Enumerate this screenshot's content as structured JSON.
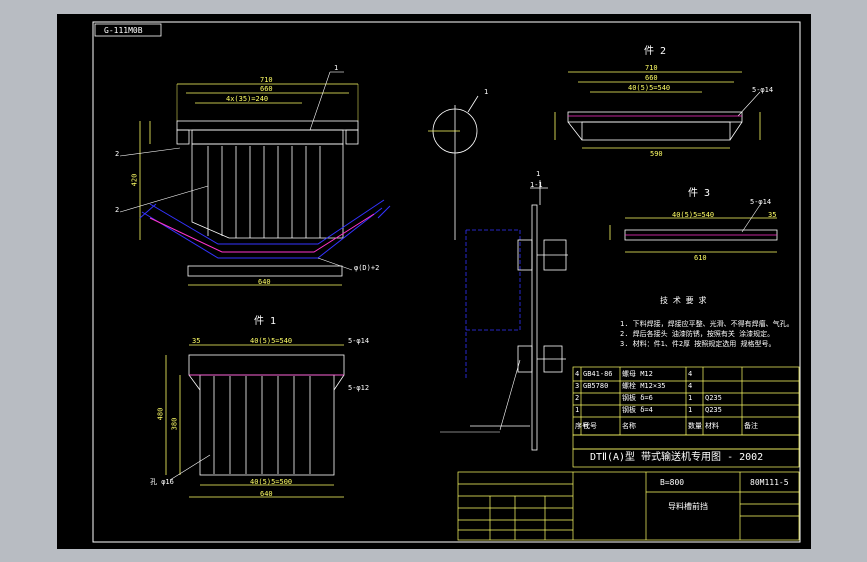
{
  "drawing_code_tab": "G-111M0B",
  "views": {
    "part1": "件 1",
    "part2": "件 2",
    "part3": "件 3",
    "section": "1-1",
    "section_mark": "1"
  },
  "dims": {
    "assy_710": "710",
    "assy_660": "660",
    "assy_4x": "4x(35)=240",
    "assy_height": "420",
    "assy_bottom": "640",
    "p2_710": "710",
    "p2_660": "660",
    "p2_inner": "40(5)5=540",
    "p2_590": "590",
    "p2_hole": "5-φ14",
    "p3_hole": "5-φ14",
    "p3_35": "35",
    "p3_inner": "40(5)5=540",
    "p3_610": "610",
    "p1_top": "40(5)5=540",
    "p1_35": "35",
    "p1_hole": "5-φ14",
    "p1_hole2": "5-φ12",
    "p1_height": "480",
    "p1_height2": "380",
    "p1_bottom": "40(5)5=500",
    "p1_640": "640",
    "p1_note": "孔 φ16"
  },
  "callouts": {
    "c1": "1",
    "c2": "2",
    "c_side": "2",
    "c_section": "1",
    "note_bottom": "φ(D)+2"
  },
  "notes": {
    "title": "技 术 要 求",
    "items": [
      "1. 下料焊接，焊接应平整、光滑、不得有焊瘤、气孔。",
      "2. 焊后各接头 油漆防锈，按照有关 涂漆规定。",
      "3. 材料：件1、件2厚 按照规定选用 规格型号。"
    ]
  },
  "bom": {
    "rows": [
      [
        "4",
        "GB41-86",
        "螺母 M12",
        "4",
        "",
        ""
      ],
      [
        "3",
        "GB5780",
        "螺栓 M12×35",
        "4",
        "",
        ""
      ],
      [
        "2",
        "",
        "钢板 δ=6",
        "1",
        "Q235",
        ""
      ],
      [
        "1",
        "",
        "钢板 δ=4",
        "1",
        "Q235",
        ""
      ]
    ],
    "header": [
      "序号",
      "代号",
      "名称",
      "数量",
      "材料",
      "备注"
    ]
  },
  "title_block": {
    "series": "DTⅡ(A)型 带式输送机专用图 - 2002",
    "belt_width": "B=800",
    "drawing_no": "80M111-5",
    "drawing_name": "导料槽前挡"
  }
}
